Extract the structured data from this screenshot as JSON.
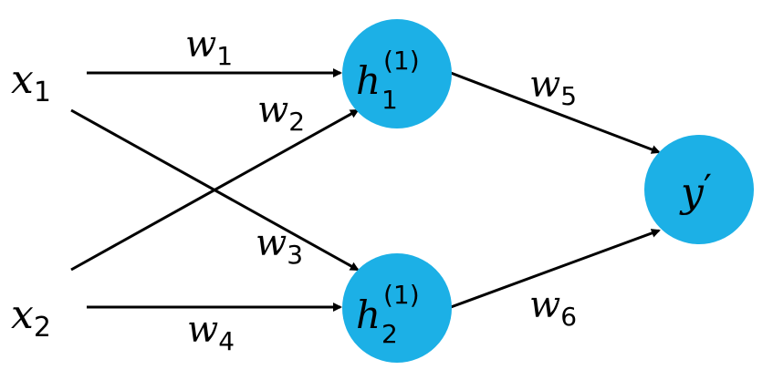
{
  "colors": {
    "node_fill": "#1CB0E6",
    "edge": "#000000",
    "text": "#000000",
    "background": "#ffffff"
  },
  "nodes": {
    "x1": {
      "base": "x",
      "sub": "1"
    },
    "x2": {
      "base": "x",
      "sub": "2"
    },
    "h1": {
      "base": "h",
      "sub": "1",
      "sup": "(1)"
    },
    "h2": {
      "base": "h",
      "sub": "2",
      "sup": "(1)"
    },
    "y": {
      "base": "y",
      "prime": "′"
    }
  },
  "edges": {
    "w1": {
      "base": "w",
      "sub": "1"
    },
    "w2": {
      "base": "w",
      "sub": "2"
    },
    "w3": {
      "base": "w",
      "sub": "3"
    },
    "w4": {
      "base": "w",
      "sub": "4"
    },
    "w5": {
      "base": "w",
      "sub": "5"
    },
    "w6": {
      "base": "w",
      "sub": "6"
    }
  }
}
